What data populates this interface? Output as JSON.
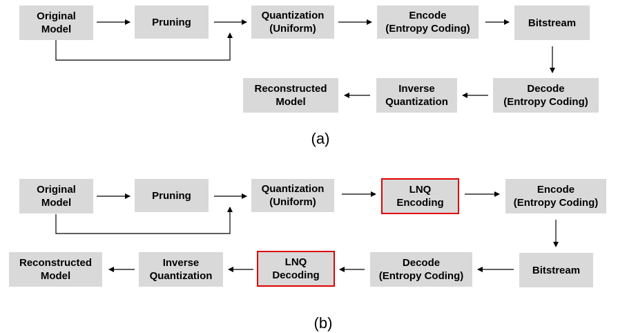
{
  "diagram_a": {
    "caption": "(a)",
    "nodes": {
      "original_model": "Original\nModel",
      "pruning": "Pruning",
      "quantization": "Quantization\n(Uniform)",
      "encode": "Encode\n(Entropy Coding)",
      "bitstream": "Bitstream",
      "decode": "Decode\n(Entropy Coding)",
      "inverse_quantization": "Inverse\nQuantization",
      "reconstructed_model": "Reconstructed\nModel"
    }
  },
  "diagram_b": {
    "caption": "(b)",
    "nodes": {
      "original_model": "Original\nModel",
      "pruning": "Pruning",
      "quantization": "Quantization\n(Uniform)",
      "lnq_encoding": "LNQ\nEncoding",
      "encode": "Encode\n(Entropy Coding)",
      "bitstream": "Bitstream",
      "decode": "Decode\n(Entropy Coding)",
      "lnq_decoding": "LNQ\nDecoding",
      "inverse_quantization": "Inverse\nQuantization",
      "reconstructed_model": "Reconstructed\nModel"
    }
  },
  "colors": {
    "box_fill": "#d9d9d9",
    "highlight_border": "#e00000",
    "arrow": "#000000"
  }
}
